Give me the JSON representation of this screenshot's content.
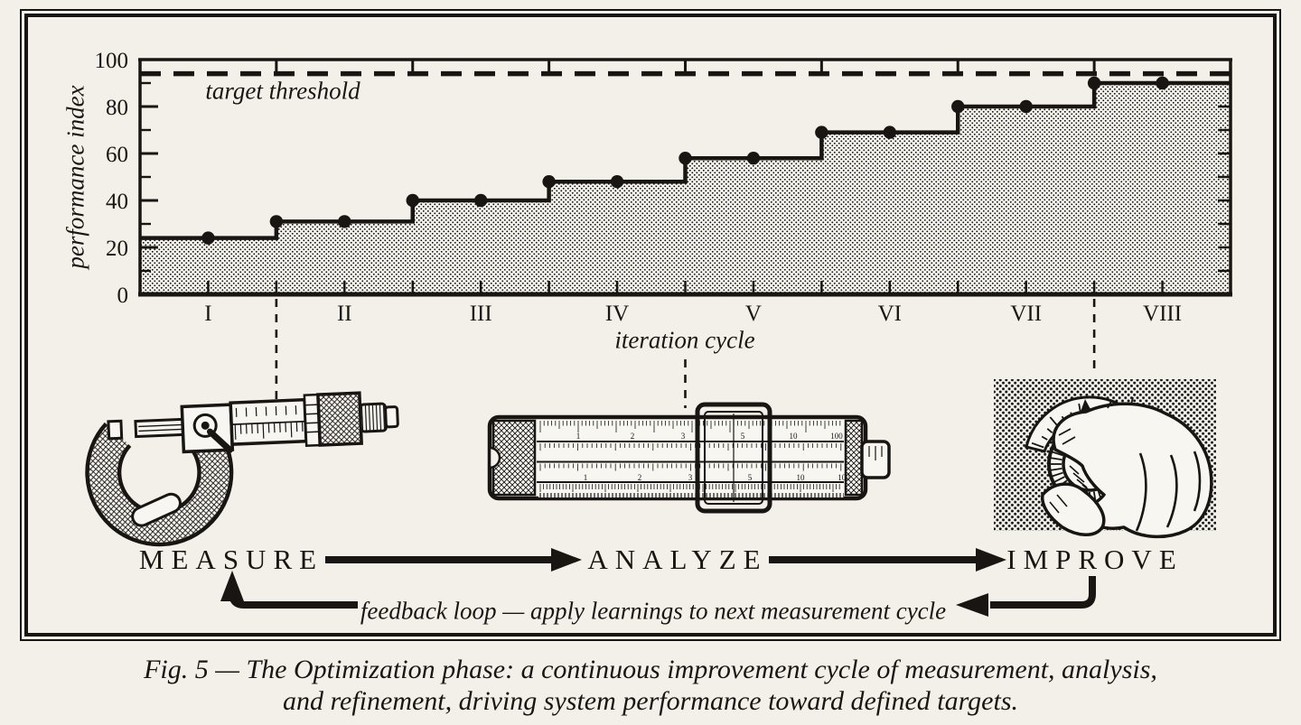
{
  "chart_data": {
    "type": "area",
    "subtype": "step",
    "title": "",
    "xlabel": "iteration cycle",
    "ylabel": "performance index",
    "categories": [
      "I",
      "II",
      "III",
      "IV",
      "V",
      "VI",
      "VII",
      "VIII"
    ],
    "values": [
      24,
      31,
      40,
      48,
      58,
      69,
      80,
      90
    ],
    "threshold": {
      "label": "target threshold",
      "value": 94
    },
    "ylim": [
      0,
      100
    ],
    "yticks": [
      0,
      20,
      40,
      60,
      80,
      100
    ],
    "grid": false,
    "legend": null,
    "fill_style": "halftone stipple",
    "marker": "filled circle at each step start and midpoint"
  },
  "process_flow": {
    "steps": [
      {
        "label": "MEASURE",
        "icon": "micrometer-icon"
      },
      {
        "label": "ANALYZE",
        "icon": "slide-rule-icon"
      },
      {
        "label": "IMPROVE",
        "icon": "dial-hand-icon"
      }
    ],
    "feedback_label": "feedback loop — apply learnings to next measurement cycle"
  },
  "caption": {
    "line1": "Fig. 5 — The Optimization phase: a continuous improvement cycle of measurement, analysis,",
    "line2": "and refinement, driving system performance toward defined targets."
  },
  "illustrations": {
    "slide_rule": {
      "scale_numbers": [
        "1",
        "2",
        "3",
        "5",
        "10",
        "100"
      ]
    }
  },
  "colors": {
    "ink": "#181512",
    "paper": "#f8f6f0"
  }
}
